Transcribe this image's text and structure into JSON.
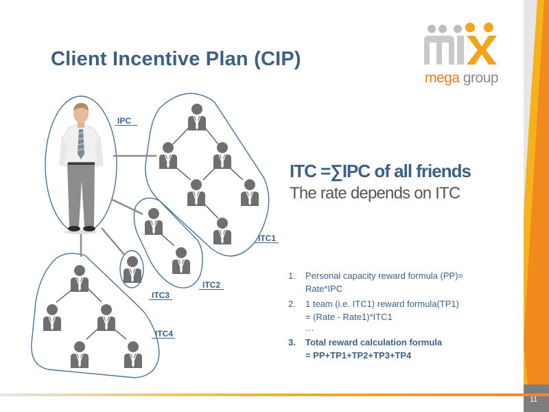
{
  "slide": {
    "title": "Client Incentive Plan (CIP)",
    "page_number": "11"
  },
  "logo": {
    "mark_text": "mix",
    "word_part1": "mega ",
    "word_part2": "group"
  },
  "diagram": {
    "labels": {
      "ipc": "IPC",
      "itc1": "ITC1",
      "itc2": "ITC2",
      "itc3": "ITC3",
      "itc4": "ITC4"
    }
  },
  "formula": {
    "main": "ITC =∑IPC of all friends",
    "sub": "The rate depends on ITC"
  },
  "steps": [
    {
      "num": "1.",
      "line1": "Personal capacity reward formula (PP)=",
      "line2": "Rate*IPC"
    },
    {
      "num": "2.",
      "line1": "1 team (i.e. ITC1) reward formula(TP1)",
      "line2": "= (Rate - Rate1)*ITC1"
    },
    {
      "ellipsis": "…"
    },
    {
      "num": "3.",
      "line1": "Total reward calculation formula",
      "line2": "= PP+TP1+TP2+TP3+TP4"
    }
  ],
  "colors": {
    "title_blue": "#3b5f87",
    "accent_orange": "#f3a41b",
    "outline": "#4a6f96",
    "person_gray": "#6f6f6f"
  },
  "icons": [
    "person-icon",
    "businessman-photo",
    "mix-logo"
  ]
}
